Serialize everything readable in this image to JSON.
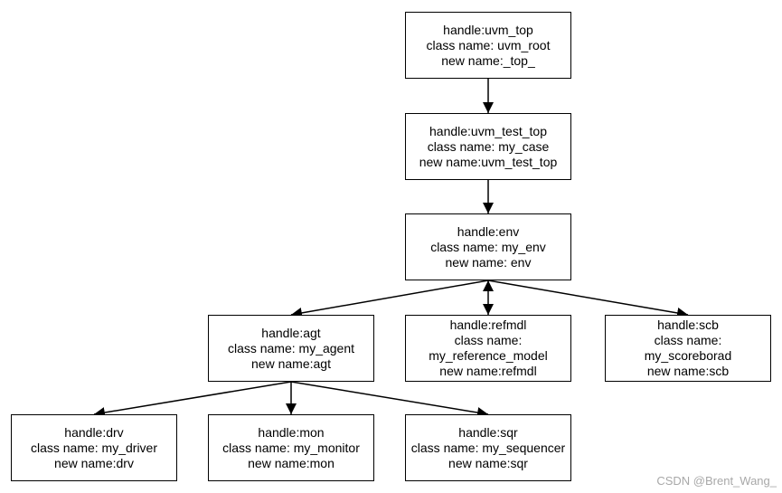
{
  "nodes": {
    "uvm_top": {
      "lines": [
        "handle:uvm_top",
        "class name: uvm_root",
        "new name:_top_"
      ]
    },
    "test_top": {
      "lines": [
        "handle:uvm_test_top",
        "class name: my_case",
        "new name:uvm_test_top"
      ]
    },
    "env": {
      "lines": [
        "handle:env",
        "class name: my_env",
        "new name: env"
      ]
    },
    "agt": {
      "lines": [
        "handle:agt",
        "class name: my_agent",
        "new name:agt"
      ]
    },
    "refmdl": {
      "lines": [
        "handle:refmdl",
        "class name:",
        "my_reference_model",
        "new name:refmdl"
      ]
    },
    "scb": {
      "lines": [
        "handle:scb",
        "class name:",
        "my_scoreborad",
        "new name:scb"
      ]
    },
    "drv": {
      "lines": [
        "handle:drv",
        "class name: my_driver",
        "new name:drv"
      ]
    },
    "mon": {
      "lines": [
        "handle:mon",
        "class name: my_monitor",
        "new name:mon"
      ]
    },
    "sqr": {
      "lines": [
        "handle:sqr",
        "class name: my_sequencer",
        "new name:sqr"
      ]
    }
  },
  "edges": [
    {
      "from": "uvm_top",
      "to": "test_top",
      "bidirectional": false
    },
    {
      "from": "test_top",
      "to": "env",
      "bidirectional": false
    },
    {
      "from": "env",
      "to": "agt",
      "bidirectional": false
    },
    {
      "from": "env",
      "to": "refmdl",
      "bidirectional": true
    },
    {
      "from": "env",
      "to": "scb",
      "bidirectional": false
    },
    {
      "from": "agt",
      "to": "drv",
      "bidirectional": false
    },
    {
      "from": "agt",
      "to": "mon",
      "bidirectional": false
    },
    {
      "from": "agt",
      "to": "sqr",
      "bidirectional": false
    }
  ],
  "watermark": "CSDN @Brent_Wang_"
}
